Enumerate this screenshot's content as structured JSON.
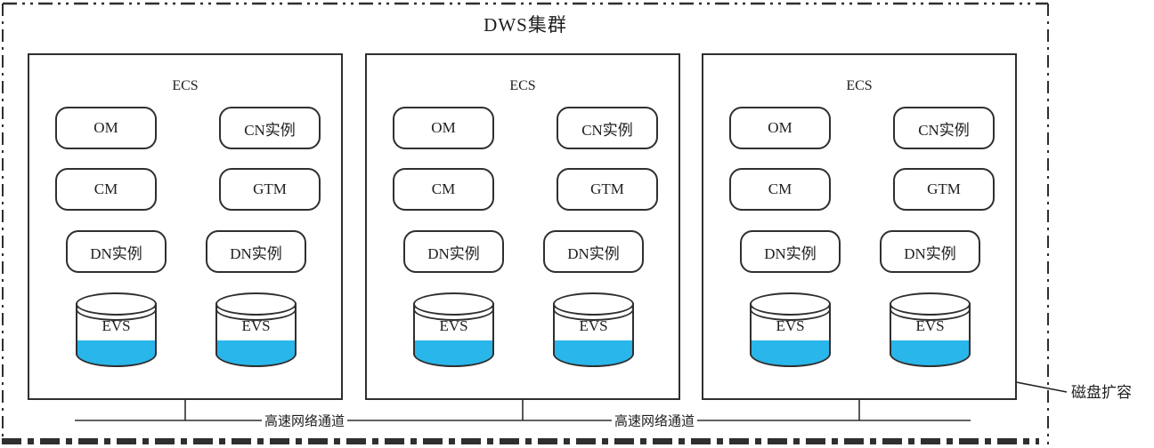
{
  "diagram_title": "DWS集群",
  "clusters": [
    {
      "label": "ECS",
      "nodes": {
        "om": "OM",
        "cn": "CN实例",
        "cm": "CM",
        "gtm": "GTM",
        "dn_left": "DN实例",
        "dn_right": "DN实例"
      },
      "storage": {
        "evs_left": "EVS",
        "evs_right": "EVS"
      }
    },
    {
      "label": "ECS",
      "nodes": {
        "om": "OM",
        "cn": "CN实例",
        "cm": "CM",
        "gtm": "GTM",
        "dn_left": "DN实例",
        "dn_right": "DN实例"
      },
      "storage": {
        "evs_left": "EVS",
        "evs_right": "EVS"
      }
    },
    {
      "label": "ECS",
      "nodes": {
        "om": "OM",
        "cn": "CN实例",
        "cm": "CM",
        "gtm": "GTM",
        "dn_left": "DN实例",
        "dn_right": "DN实例"
      },
      "storage": {
        "evs_left": "EVS",
        "evs_right": "EVS"
      }
    }
  ],
  "network_channels": [
    {
      "label": "高速网络通道"
    },
    {
      "label": "高速网络通道"
    }
  ],
  "annotation": {
    "label": "磁盘扩容"
  },
  "colors": {
    "line": "#2f2f2f",
    "evs_fill": "#29b6ea",
    "box_bg": "#ffffff"
  }
}
